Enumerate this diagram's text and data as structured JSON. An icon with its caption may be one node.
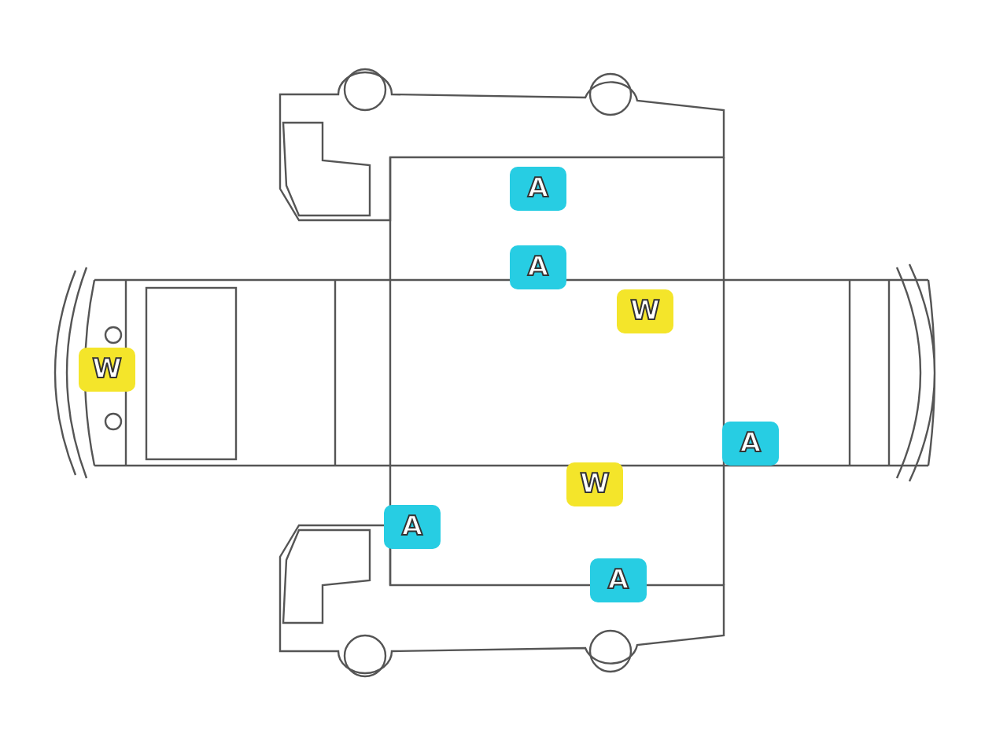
{
  "diagram": {
    "labels": [
      "A",
      "A",
      "W",
      "W",
      "A",
      "W",
      "A",
      "A"
    ]
  }
}
